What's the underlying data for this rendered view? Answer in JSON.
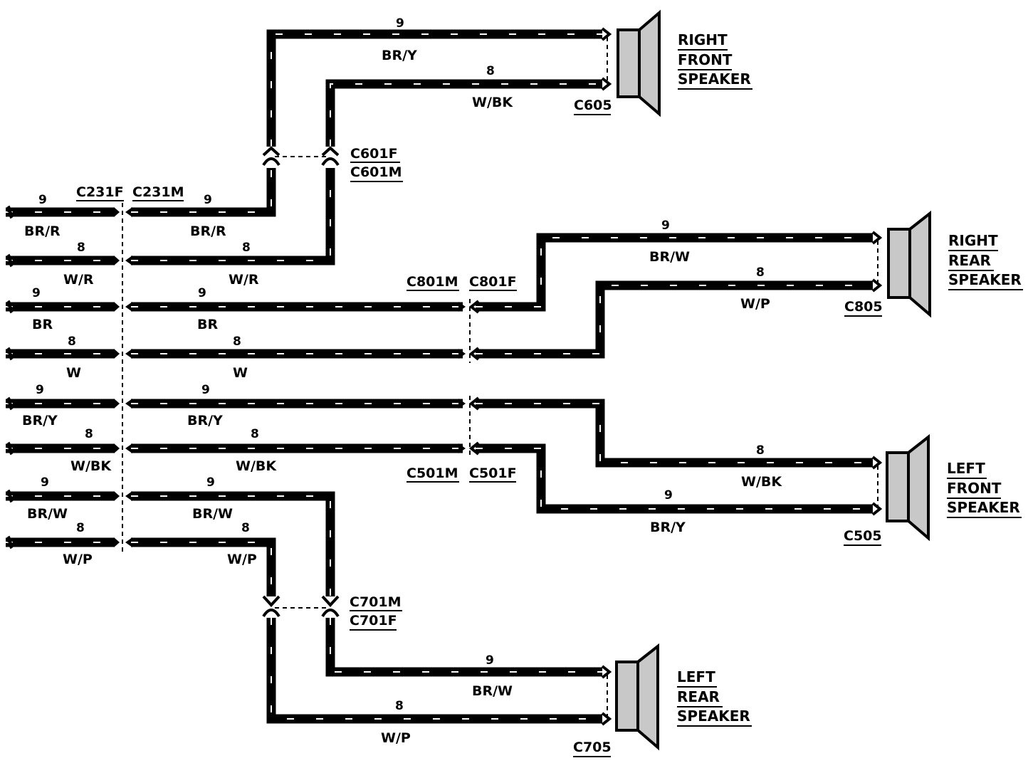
{
  "colors": {
    "ink": "#000000",
    "paper": "#ffffff",
    "cone": "#c8c8c8"
  },
  "speakers": {
    "right_front": [
      "RIGHT",
      "FRONT",
      "SPEAKER"
    ],
    "right_rear": [
      "RIGHT",
      "REAR",
      "SPEAKER"
    ],
    "left_front": [
      "LEFT",
      "FRONT",
      "SPEAKER"
    ],
    "left_rear": [
      "LEFT",
      "REAR",
      "SPEAKER"
    ]
  },
  "connectors": {
    "c231f": "C231F",
    "c231m": "C231M",
    "c601f": "C601F",
    "c601m": "C601M",
    "c605": "C605",
    "c801m": "C801M",
    "c801f": "C801F",
    "c805": "C805",
    "c501m": "C501M",
    "c501f": "C501F",
    "c505": "C505",
    "c701m": "C701M",
    "c701f": "C701F",
    "c705": "C705"
  },
  "left_stubs": [
    {
      "gauge": "9",
      "color": "BR/R"
    },
    {
      "gauge": "8",
      "color": "W/R"
    },
    {
      "gauge": "9",
      "color": "BR"
    },
    {
      "gauge": "8",
      "color": "W"
    },
    {
      "gauge": "9",
      "color": "BR/Y"
    },
    {
      "gauge": "8",
      "color": "W/BK"
    },
    {
      "gauge": "9",
      "color": "BR/W"
    },
    {
      "gauge": "8",
      "color": "W/P"
    }
  ],
  "mid_runs": [
    {
      "gauge": "9",
      "color": "BR/R"
    },
    {
      "gauge": "8",
      "color": "W/R"
    },
    {
      "gauge": "9",
      "color": "BR"
    },
    {
      "gauge": "8",
      "color": "W"
    },
    {
      "gauge": "9",
      "color": "BR/Y"
    },
    {
      "gauge": "8",
      "color": "W/BK"
    },
    {
      "gauge": "9",
      "color": "BR/W"
    },
    {
      "gauge": "8",
      "color": "W/P"
    }
  ],
  "speaker_runs": {
    "rf_pos": {
      "gauge": "9",
      "color": "BR/Y"
    },
    "rf_neg": {
      "gauge": "8",
      "color": "W/BK"
    },
    "rr_pos": {
      "gauge": "9",
      "color": "BR/W"
    },
    "rr_neg": {
      "gauge": "8",
      "color": "W/P"
    },
    "lf_neg": {
      "gauge": "8",
      "color": "W/BK"
    },
    "lf_pos": {
      "gauge": "9",
      "color": "BR/Y"
    },
    "lr_pos": {
      "gauge": "9",
      "color": "BR/W"
    },
    "lr_neg": {
      "gauge": "8",
      "color": "W/P"
    }
  }
}
